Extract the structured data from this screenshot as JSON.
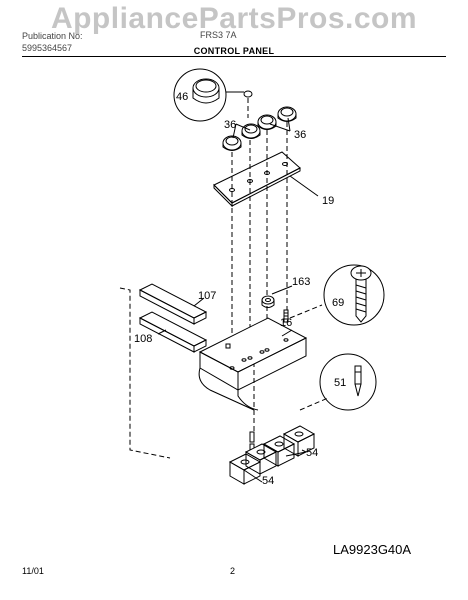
{
  "watermark": "AppliancePartsPros.com",
  "header": {
    "left_line1": "Publication No:",
    "left_line2": "5995364567",
    "model_fragment": "FRS3 7A",
    "title": "CONTROL PANEL"
  },
  "callouts": {
    "c46": "46",
    "c36a": "36",
    "c36b": "36",
    "c19": "19",
    "c163": "163",
    "c69": "69",
    "c107": "107",
    "c16": "16",
    "c108": "108",
    "c51": "51",
    "c54a": "54",
    "c54b": "54"
  },
  "footer": {
    "date": "11/01",
    "page": "2",
    "diagram_code": "LA9923G40A"
  }
}
